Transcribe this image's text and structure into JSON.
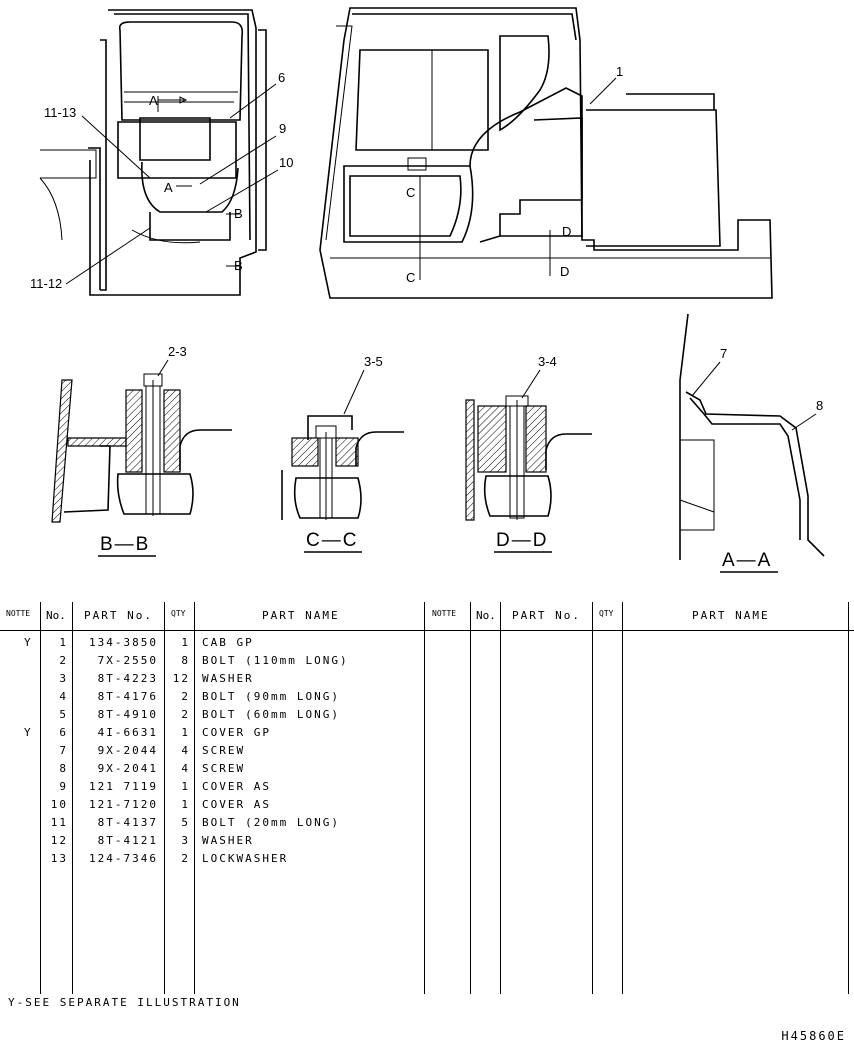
{
  "callouts": {
    "c1": "1",
    "c6": "6",
    "c9": "9",
    "c10": "10",
    "c11_13": "11-13",
    "c11_12": "11-12",
    "c2_3": "2-3",
    "c3_5": "3-5",
    "c3_4": "3-4",
    "c7": "7",
    "c8": "8"
  },
  "section_letters": {
    "a": "A",
    "b": "B",
    "c": "C",
    "d": "D"
  },
  "section_titles": {
    "bb": "B—B",
    "cc": "C—C",
    "dd": "D—D",
    "aa": "A—A"
  },
  "table": {
    "headers": {
      "note": "NOTTE",
      "no": "No.",
      "part_no": "PART No.",
      "qty": "QTY",
      "part_name": "PART NAME"
    },
    "rows": [
      {
        "note": "Y",
        "no": "1",
        "part_no": "134-3850",
        "qty": "1",
        "name": "CAB GP"
      },
      {
        "note": "",
        "no": "2",
        "part_no": "7X-2550",
        "qty": "8",
        "name": "BOLT (110mm LONG)"
      },
      {
        "note": "",
        "no": "3",
        "part_no": "8T-4223",
        "qty": "12",
        "name": "WASHER"
      },
      {
        "note": "",
        "no": "4",
        "part_no": "8T-4176",
        "qty": "2",
        "name": "BOLT (90mm LONG)"
      },
      {
        "note": "",
        "no": "5",
        "part_no": "8T-4910",
        "qty": "2",
        "name": "BOLT (60mm LONG)"
      },
      {
        "note": "Y",
        "no": "6",
        "part_no": "4I-6631",
        "qty": "1",
        "name": "COVER GP"
      },
      {
        "note": "",
        "no": "7",
        "part_no": "9X-2044",
        "qty": "4",
        "name": "SCREW"
      },
      {
        "note": "",
        "no": "8",
        "part_no": "9X-2041",
        "qty": "4",
        "name": "SCREW"
      },
      {
        "note": "",
        "no": "9",
        "part_no": "121 7119",
        "qty": "1",
        "name": "COVER AS"
      },
      {
        "note": "",
        "no": "10",
        "part_no": "121-7120",
        "qty": "1",
        "name": "COVER AS"
      },
      {
        "note": "",
        "no": "11",
        "part_no": "8T-4137",
        "qty": "5",
        "name": "BOLT (20mm LONG)"
      },
      {
        "note": "",
        "no": "12",
        "part_no": "8T-4121",
        "qty": "3",
        "name": "WASHER"
      },
      {
        "note": "",
        "no": "13",
        "part_no": "124-7346",
        "qty": "2",
        "name": "LOCKWASHER"
      }
    ]
  },
  "footnote": "Y-SEE SEPARATE ILLUSTRATION",
  "drawing_number": "H45860E"
}
